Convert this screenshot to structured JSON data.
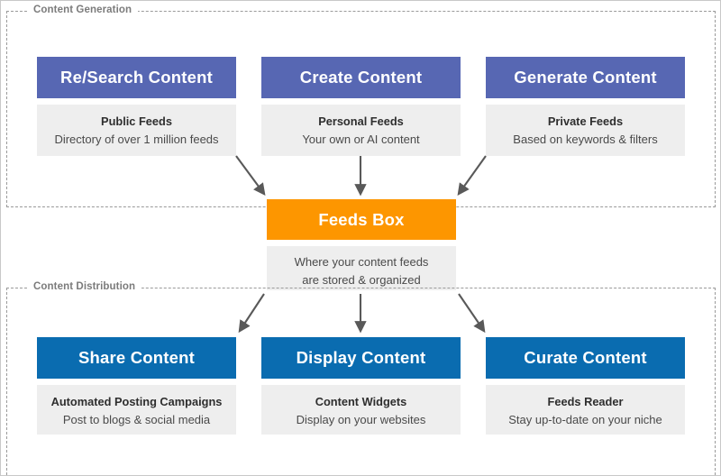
{
  "groups": [
    {
      "label": "Content Generation"
    },
    {
      "label": "Content Distribution"
    }
  ],
  "colors": {
    "purple": "#5767b3",
    "blue": "#0a6cb0",
    "orange": "#fd9600",
    "card_body_bg": "#eeeeee",
    "dashed_border": "#9a9a9a",
    "arrow": "#595959",
    "group_label_text": "#7b7b7b"
  },
  "generation": {
    "cards": [
      {
        "heading": "Re/Search Content",
        "body_title": "Public Feeds",
        "body_sub": "Directory of over 1 million feeds"
      },
      {
        "heading": "Create Content",
        "body_title": "Personal Feeds",
        "body_sub": "Your own or AI content"
      },
      {
        "heading": "Generate Content",
        "body_title": "Private Feeds",
        "body_sub": "Based on keywords & filters"
      }
    ]
  },
  "center": {
    "heading": "Feeds Box",
    "body_sub_line1": "Where your content feeds",
    "body_sub_line2": "are stored & organized"
  },
  "distribution": {
    "cards": [
      {
        "heading": "Share Content",
        "body_title": "Automated Posting Campaigns",
        "body_sub": "Post to blogs & social media"
      },
      {
        "heading": "Display Content",
        "body_title": "Content Widgets",
        "body_sub": "Display on your websites"
      },
      {
        "heading": "Curate Content",
        "body_title": "Feeds Reader",
        "body_sub": "Stay up-to-date on your niche"
      }
    ]
  },
  "arrows": {
    "inbound": [
      {
        "name": "arrow-research-to-feedsbox",
        "direction": "diagonal-down-right"
      },
      {
        "name": "arrow-create-to-feedsbox",
        "direction": "down"
      },
      {
        "name": "arrow-generate-to-feedsbox",
        "direction": "diagonal-down-left"
      }
    ],
    "outbound": [
      {
        "name": "arrow-feedsbox-to-share",
        "direction": "diagonal-down-left"
      },
      {
        "name": "arrow-feedsbox-to-display",
        "direction": "down"
      },
      {
        "name": "arrow-feedsbox-to-curate",
        "direction": "diagonal-down-right"
      }
    ]
  }
}
